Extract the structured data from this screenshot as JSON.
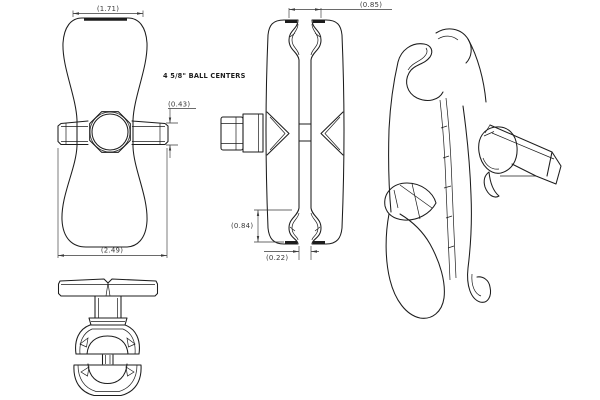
{
  "drawing": {
    "note_ball_centers": "4 5/8\" BALL CENTERS",
    "dimensions": {
      "front_top_width": "(1.71)",
      "front_wing_thickness": "(0.43)",
      "front_overall_width": "(2.49)",
      "side_socket_width": "(0.85)",
      "side_socket_depth": "(0.84)",
      "side_slot_width": "(0.22)"
    }
  },
  "colors": {
    "background": "#ffffff",
    "line": "#1d1d1d",
    "dim_line": "#3a3a3a"
  }
}
